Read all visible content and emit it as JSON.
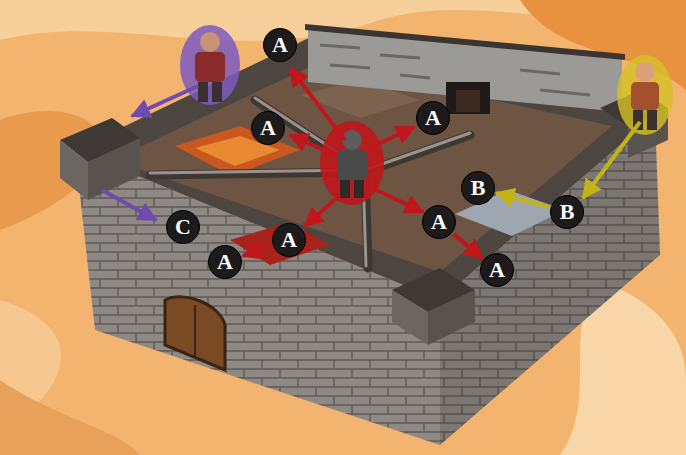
{
  "diagram": {
    "nodes": [
      {
        "text": [
          "A"
        ]
      },
      {
        "text": [
          "A"
        ]
      },
      {
        "text": [
          "A"
        ]
      },
      {
        "text": [
          "B"
        ]
      },
      {
        "text": [
          "B"
        ]
      },
      {
        "text": [
          "C"
        ]
      },
      {
        "text": [
          "A"
        ]
      },
      {
        "text": [
          "A"
        ]
      },
      {
        "text": [
          "A"
        ]
      },
      {
        "text": [
          "A"
        ]
      }
    ],
    "edges": [
      {
        "from": 4,
        "to": 3,
        "arrow": "to"
      },
      {
        "from": 6,
        "to": 8,
        "arrow": "to"
      },
      {
        "from": 7,
        "to": 9,
        "arrow": "to"
      }
    ]
  }
}
